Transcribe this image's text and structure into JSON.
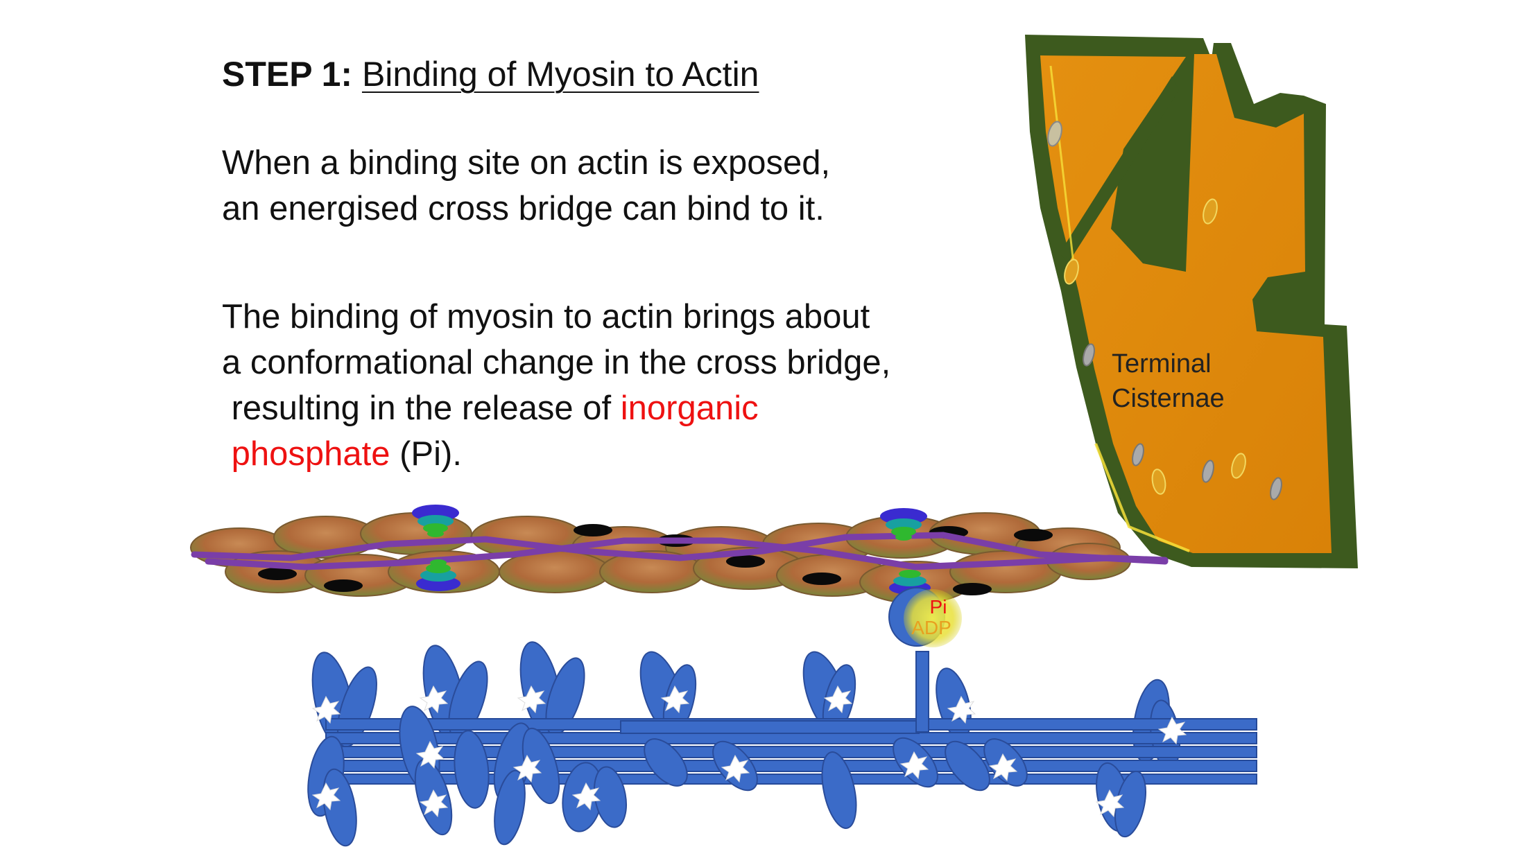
{
  "slide": {
    "step_label": "STEP 1:",
    "step_title": "Binding of Myosin to Actin",
    "para1": {
      "line1": "When a binding site on actin is exposed,",
      "line2": "an energised cross bridge can bind to it."
    },
    "para2": {
      "line1": "The binding of  myosin to actin brings about",
      "line2": "a conformational  change in the cross bridge,",
      "line3_a": " resulting in the release of ",
      "line3_red": "inorganic",
      "line4_red": " phosphate",
      "line4_b": " (Pi)."
    }
  },
  "diagram": {
    "terminal_cisternae": {
      "label_line1": "Terminal",
      "label_line2": "Cisternae"
    },
    "myosin_head": {
      "pi_label": "Pi",
      "adp_label": "ADP"
    }
  },
  "colors": {
    "highlight_red": "#ee1111",
    "cisternae_fill": "#e08a0a",
    "cisternae_border": "#3d5a1e",
    "myosin_blue": "#3b6bc8",
    "actin_bead": "#b07040",
    "tropomyosin": "#7a3ea8"
  }
}
